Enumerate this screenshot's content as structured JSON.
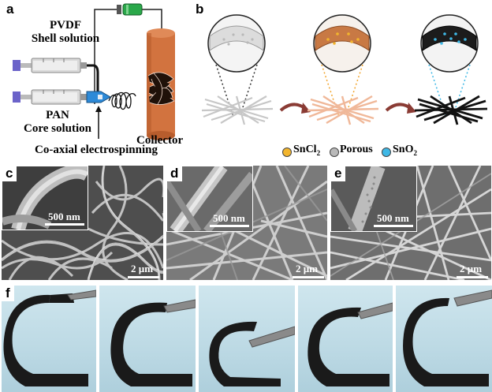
{
  "panels": {
    "a": {
      "letter": "a",
      "shell_line1": "PVDF",
      "shell_line2": "Shell solution",
      "core_line1": "PAN",
      "core_line2": "Core solution",
      "collector": "Collector",
      "method": "Co-axial electrospinning"
    },
    "b": {
      "letter": "b",
      "legend": [
        {
          "label_main": "SnCl",
          "label_sub": "2",
          "color": "#f2b52e"
        },
        {
          "label_main": "Porous",
          "label_sub": "",
          "color": "#b9b9b9"
        },
        {
          "label_main": "SnO",
          "label_sub": "2",
          "color": "#3fb8e6"
        }
      ]
    },
    "c": {
      "letter": "c",
      "inset_scale": "500 nm",
      "main_scale": "2 µm"
    },
    "d": {
      "letter": "d",
      "inset_scale": "500 nm",
      "main_scale": "2 µm"
    },
    "e": {
      "letter": "e",
      "inset_scale": "500 nm",
      "main_scale": "2 µm"
    },
    "f": {
      "letter": "f",
      "frame_count": 5
    }
  },
  "colors": {
    "collector": "#d2733f",
    "syringe_plunger": "#6b63c9",
    "nozzle": "#2d8ad8",
    "battery": "#2aa84a",
    "arrow": "#8a3b34",
    "tin_chloride": "#f2b52e",
    "tin_oxide": "#3fb8e6"
  }
}
